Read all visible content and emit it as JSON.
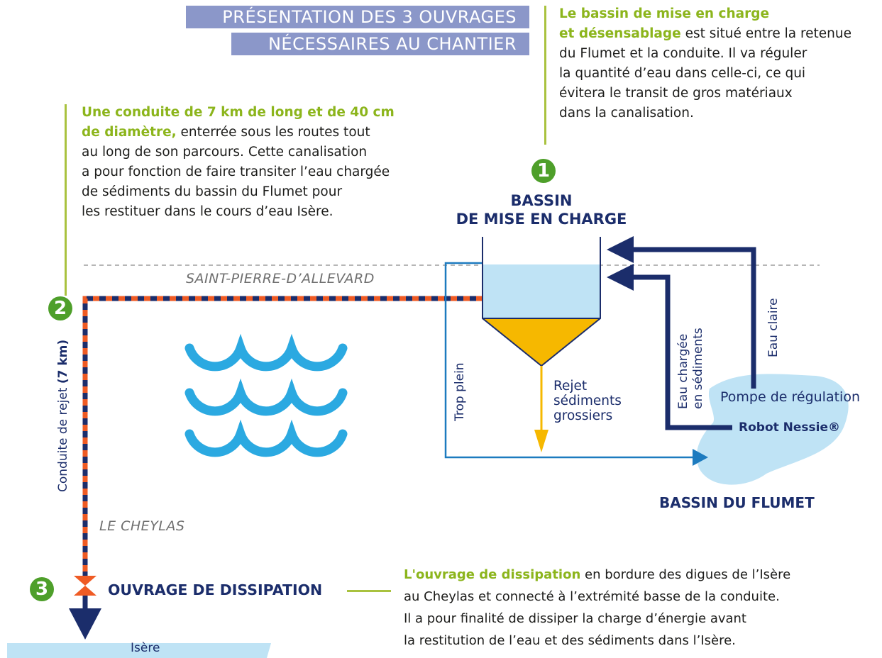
{
  "title": {
    "line1": "PRÉSENTATION DES 3 OUVRAGES",
    "line2": "NÉCESSAIRES AU CHANTIER"
  },
  "bassin_description": {
    "highlight1": "Le bassin de mise en charge",
    "highlight2": "et désensablage",
    "rest_line2": " est situé entre la retenue",
    "line3": "du Flumet et la conduite. Il va réguler",
    "line4": "la quantité d’eau dans celle-ci, ce qui",
    "line5": "évitera le transit de gros matériaux",
    "line6": "dans la canalisation."
  },
  "conduite_description": {
    "highlight1": "Une conduite de 7 km de long et de 40 cm",
    "highlight2": "de diamètre,",
    "rest_line2": " enterrée sous les routes tout",
    "line3": "au long de son parcours. Cette canalisation",
    "line4": "a pour fonction de faire transiter l’eau chargée",
    "line5": "de sédiments du bassin du Flumet pour",
    "line6": "les restituer dans le cours d’eau Isère."
  },
  "dissipation_description": {
    "highlight": "L'ouvrage de dissipation",
    "rest_line1": " en bordure des digues de l’Isère",
    "line2": "au Cheylas et connecté à l’extrémité basse de la conduite.",
    "line3": "Il a pour finalité de dissiper la charge d’énergie avant",
    "line4": "la restitution de l’eau et des sédiments dans l’Isère."
  },
  "markers": {
    "one": "1",
    "two": "2",
    "three": "3"
  },
  "labels": {
    "bassin_line1": "BASSIN",
    "bassin_line2": "DE MISE EN CHARGE",
    "saint_pierre": "SAINT-PIERRE-D’ALLEVARD",
    "le_cheylas": "LE CHEYLAS",
    "conduite_rejet": "Conduite de rejet ",
    "conduite_rejet_bold": "(7 km)",
    "trop_plein": "Trop plein",
    "rejet1": "Rejet",
    "rejet2": "sédiments",
    "rejet3": "grossiers",
    "eau_chargee1": "Eau chargée",
    "eau_chargee2": "en sédiments",
    "eau_claire": "Eau claire",
    "pompe": "Pompe de régulation",
    "robot": "Robot Nessie®",
    "bassin_flumet": "BASSIN DU FLUMET",
    "ouvrage_dissipation": "OUVRAGE DE DISSIPATION",
    "isere": "Isère"
  },
  "colors": {
    "navy": "#1b2d6b",
    "orange": "#ef5b24",
    "green_text": "#8cb51c",
    "marker_green": "#4e9f2a",
    "water_light": "#bfe3f5",
    "wave_blue": "#2ba9e1",
    "sediment_yellow": "#f6b800",
    "trop_plein_blue": "#1d7bbf",
    "title_band": "#8b97c9"
  }
}
